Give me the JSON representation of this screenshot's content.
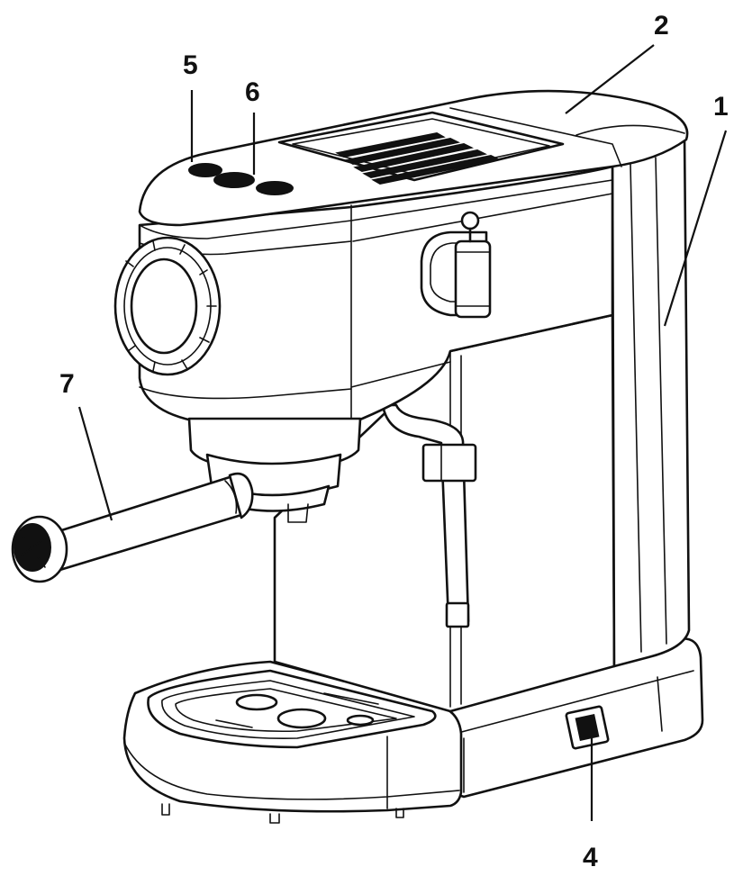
{
  "callouts": [
    {
      "id": "c1",
      "text": "1"
    },
    {
      "id": "c2",
      "text": "2"
    },
    {
      "id": "c4",
      "text": "4"
    },
    {
      "id": "c5",
      "text": "5"
    },
    {
      "id": "c6",
      "text": "6"
    },
    {
      "id": "c7",
      "text": "7"
    }
  ]
}
